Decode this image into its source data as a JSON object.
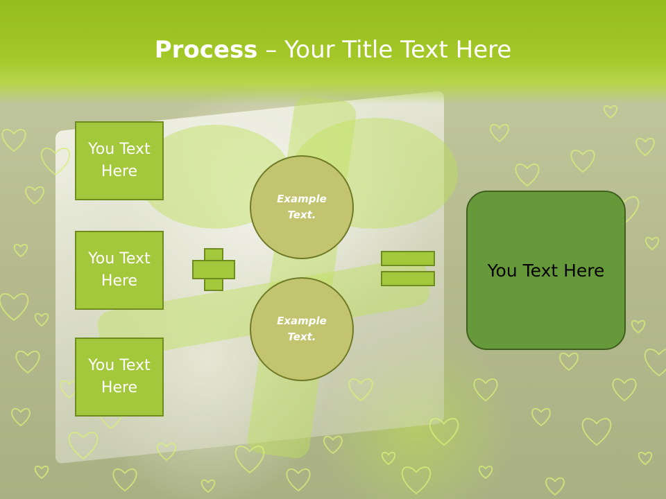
{
  "title": {
    "bold": "Process",
    "rest": " – Your Title Text Here"
  },
  "left_boxes": [
    {
      "label": "You Text Here"
    },
    {
      "label": "You Text Here"
    },
    {
      "label": "You Text Here"
    }
  ],
  "circles": [
    {
      "label": "Example Text."
    },
    {
      "label": "Example Text."
    }
  ],
  "result": {
    "label": "You Text Here"
  },
  "colors": {
    "title_band": "#a3c828",
    "box_fill": "#a4c83c",
    "circle_fill": "#c3c46f",
    "result_fill": "#66993a"
  },
  "icons": [
    "plus-icon",
    "equals-icon"
  ]
}
